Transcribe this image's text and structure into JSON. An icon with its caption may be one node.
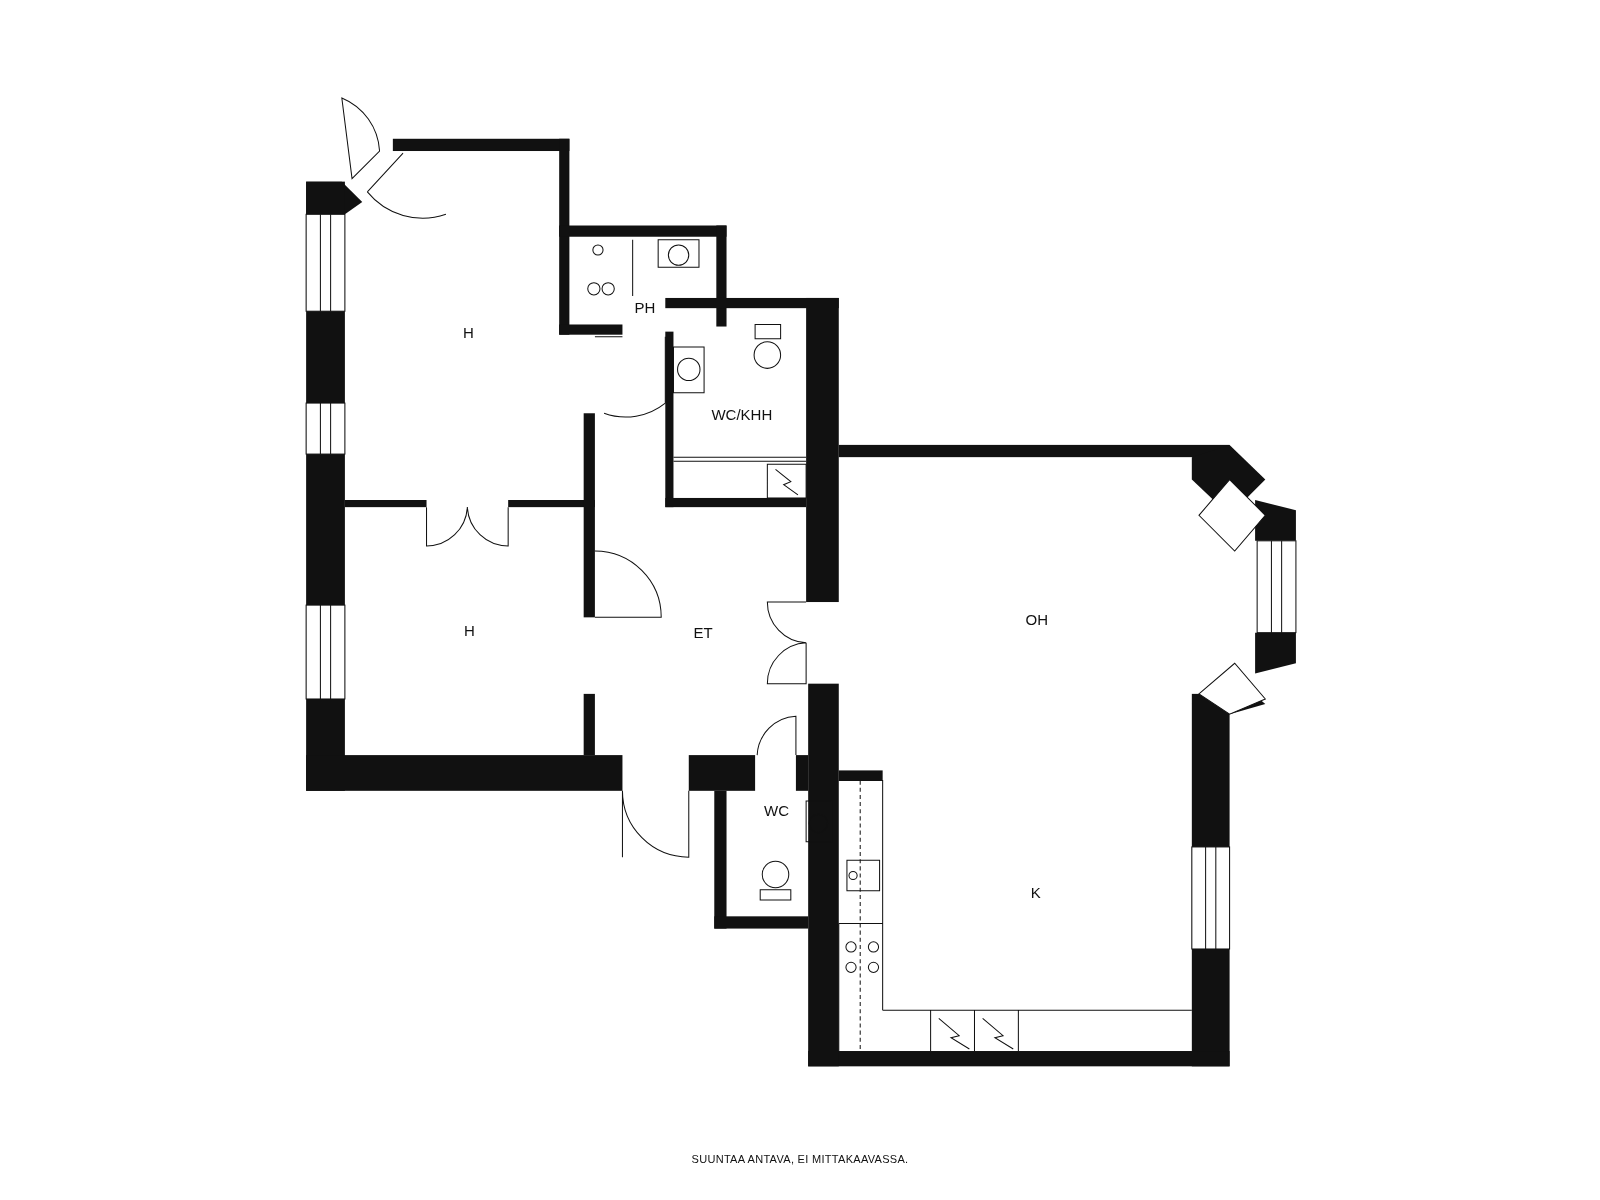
{
  "diagram": {
    "caption": "SUUNTAA ANTAVA, EI MITTAKAAVASSA.",
    "nodes": [
      {
        "text": [
          "H"
        ]
      },
      {
        "text": [
          "PH"
        ]
      },
      {
        "text": [
          "WC/KHH"
        ]
      },
      {
        "text": [
          "H"
        ]
      },
      {
        "text": [
          "ET"
        ]
      },
      {
        "text": [
          "OH"
        ]
      },
      {
        "text": [
          "WC"
        ]
      },
      {
        "text": [
          "K"
        ]
      }
    ]
  }
}
